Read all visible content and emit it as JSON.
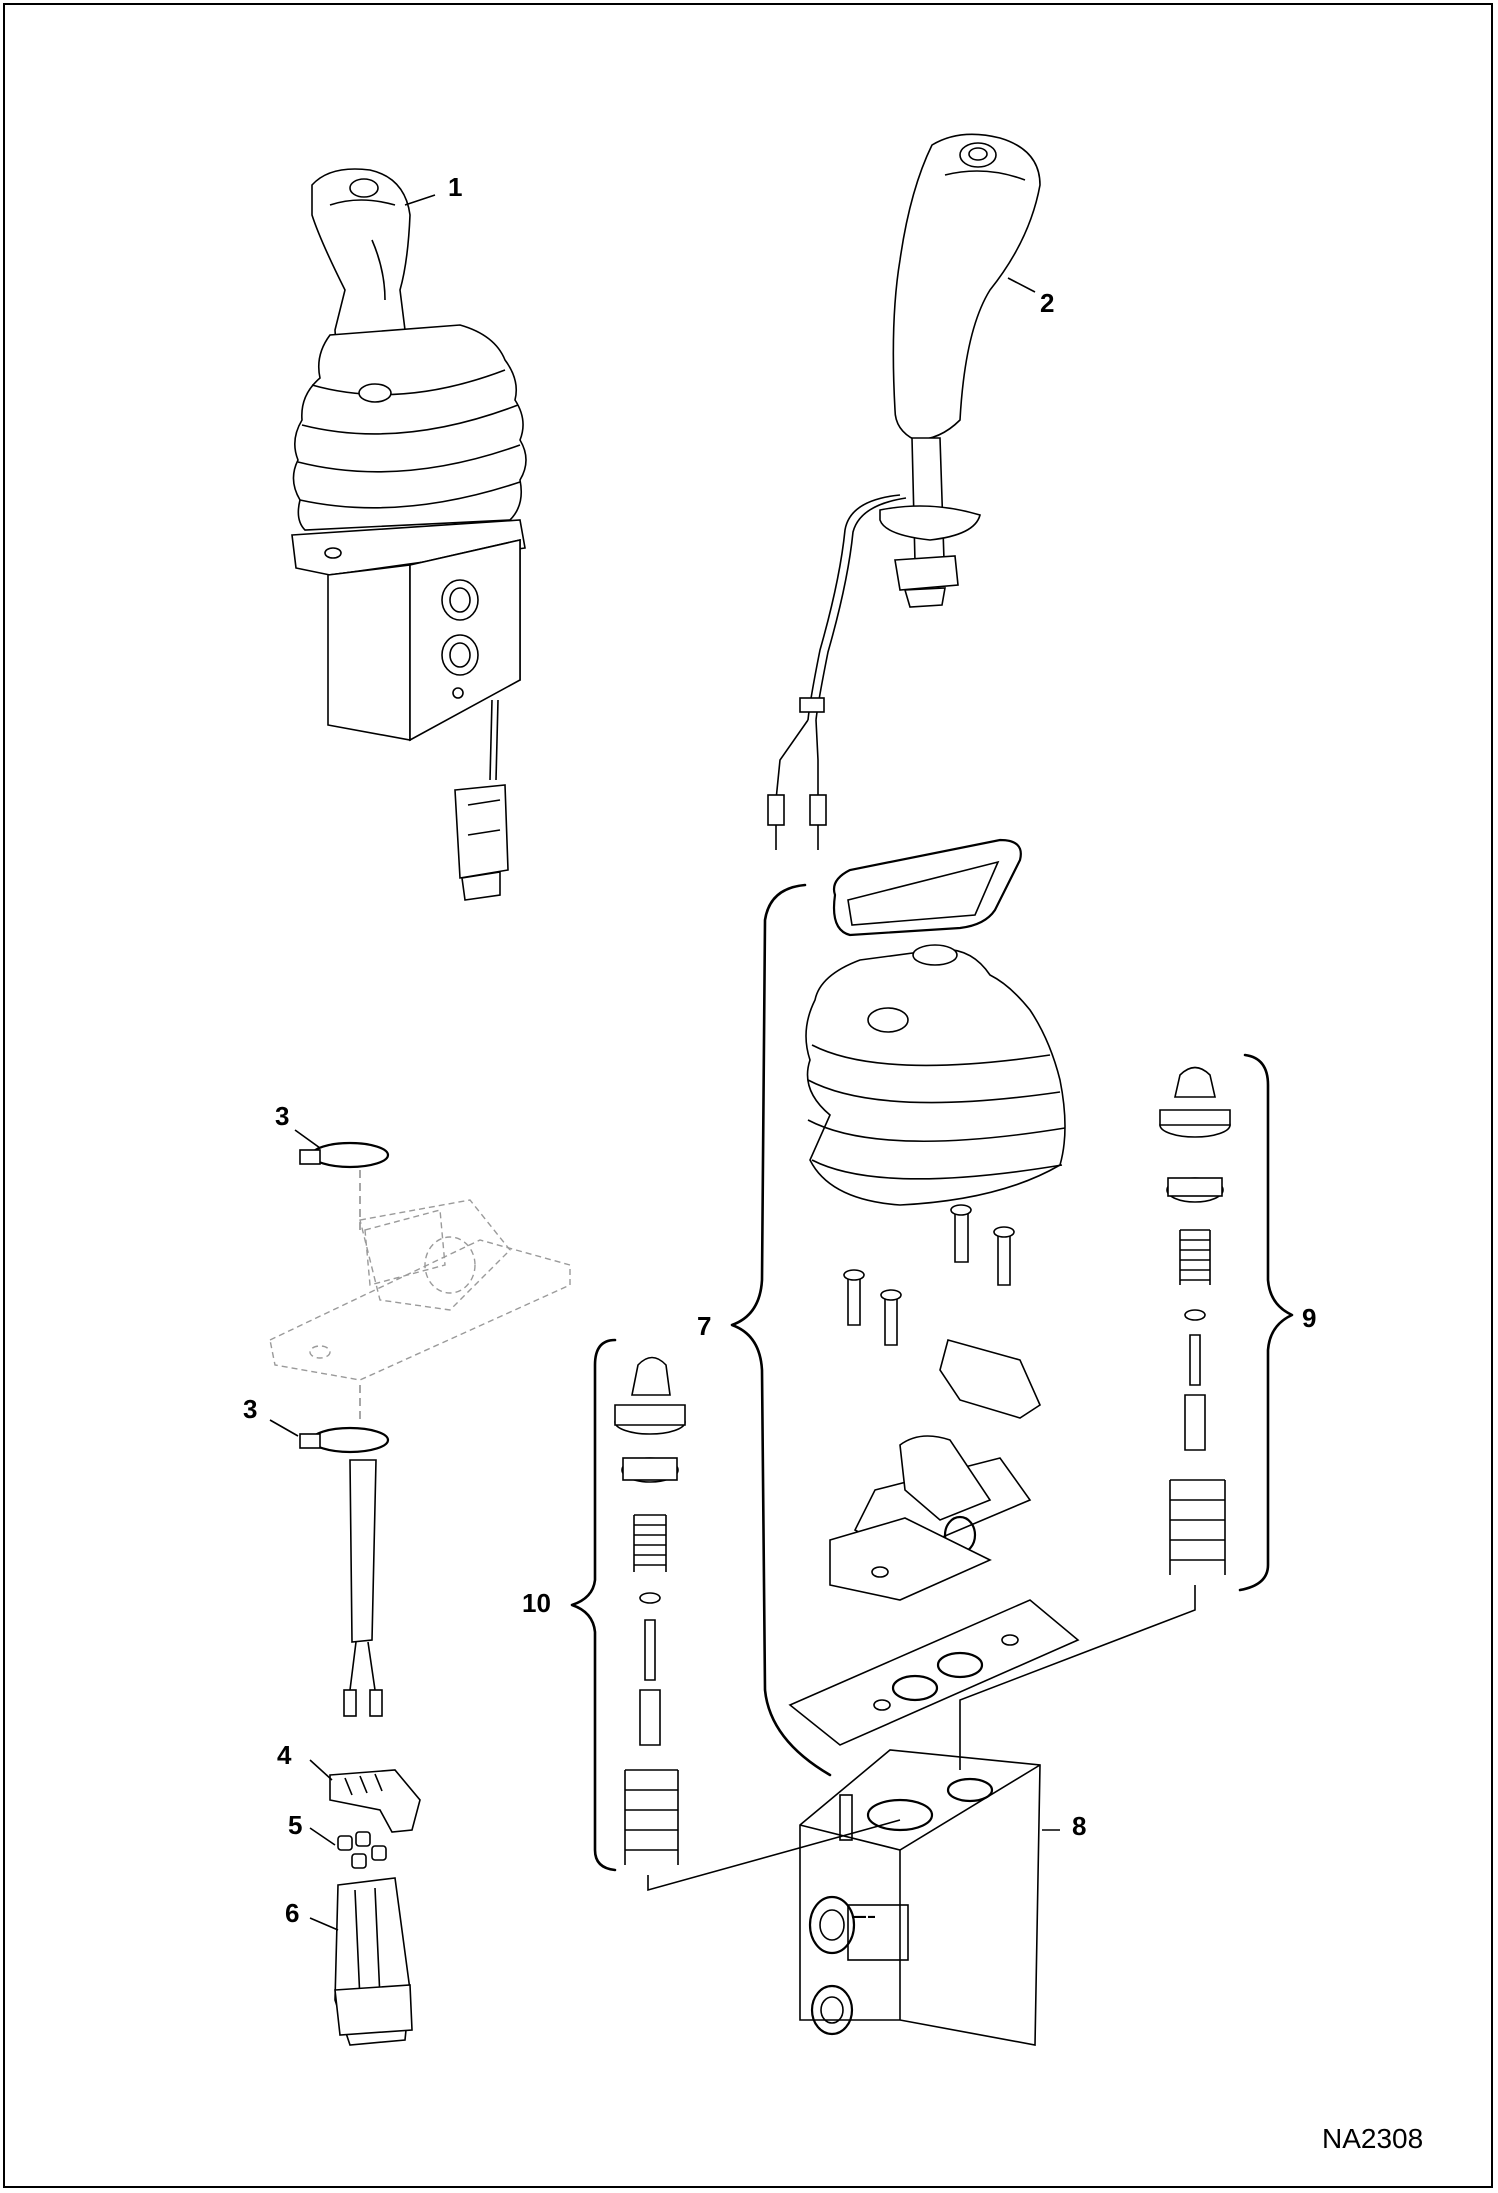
{
  "figure_code": "NA2308",
  "callouts": [
    "1",
    "2",
    "3",
    "3",
    "4",
    "5",
    "6",
    "7",
    "8",
    "9",
    "10"
  ]
}
